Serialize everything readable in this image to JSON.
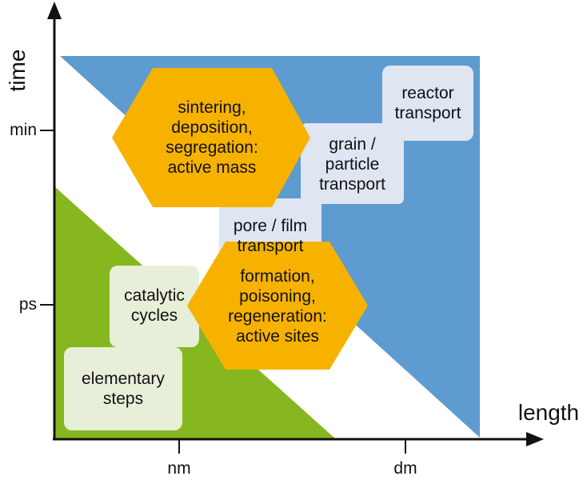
{
  "axes": {
    "y_title": "time",
    "x_title": "length",
    "y_ticks": [
      "min",
      "ps"
    ],
    "x_ticks": [
      "nm",
      "dm"
    ]
  },
  "regions": {
    "blue": "#5e9bd0",
    "green": "#86b71f",
    "orange": "#f7b200",
    "box_light_blue": "#dfe6f2",
    "box_light_green": "#e7efd9"
  },
  "boxes": {
    "reactor": [
      "reactor",
      "transport"
    ],
    "grain": [
      "grain /",
      "particle",
      "transport"
    ],
    "pore": [
      "pore / film",
      "transport"
    ],
    "catalytic": [
      "catalytic",
      "cycles"
    ],
    "elementary": [
      "elementary",
      "steps"
    ]
  },
  "hexagons": {
    "active_mass": [
      "sintering,",
      "deposition,",
      "segregation:",
      "active mass"
    ],
    "active_sites": [
      "formation,",
      "poisoning,",
      "regeneration:",
      "active sites"
    ]
  }
}
